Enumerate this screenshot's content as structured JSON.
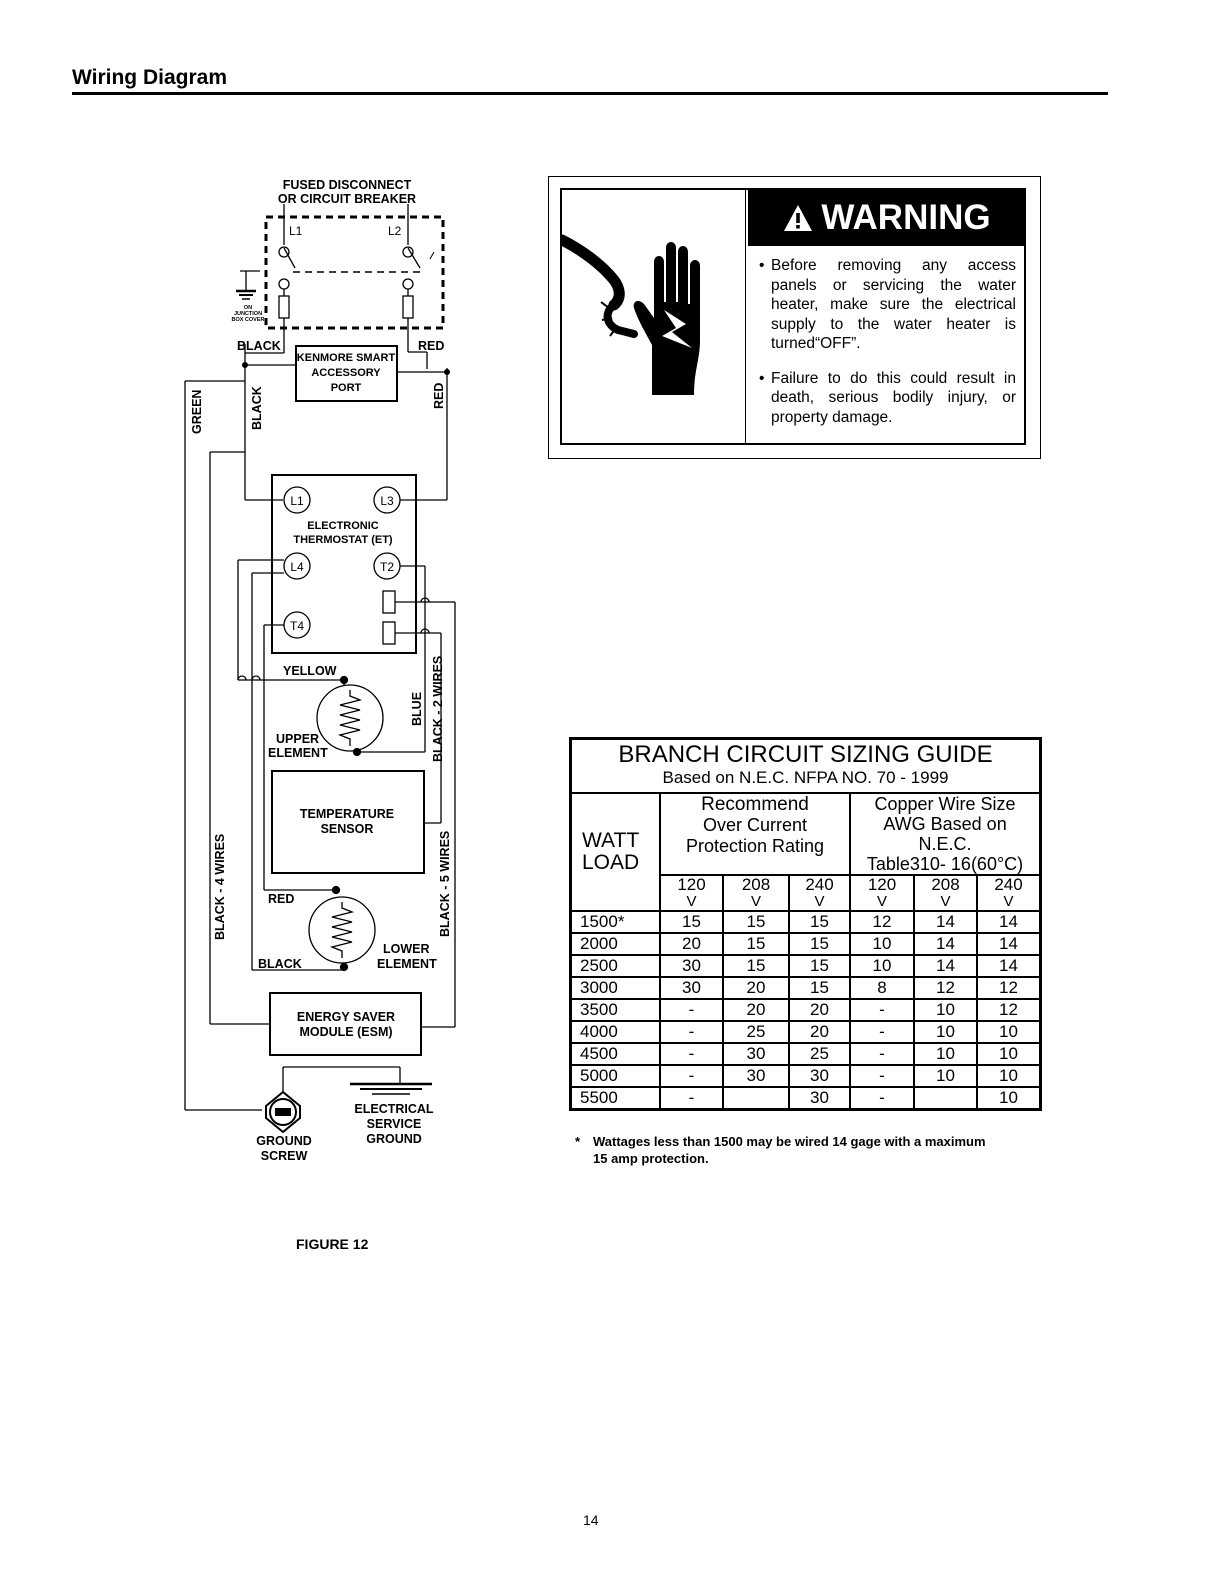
{
  "page": {
    "title": "Wiring Diagram",
    "figure_label": "FIGURE 12",
    "page_number": "14"
  },
  "diagram": {
    "fused_disconnect": [
      "FUSED DISCONNECT",
      "OR CIRCUIT BREAKER"
    ],
    "l1": "L1",
    "l2": "L2",
    "junction": [
      "ON",
      "JUNCTION",
      "BOX COVER"
    ],
    "black_top": "BLACK",
    "red_top": "RED",
    "kenmore": [
      "KENMORE SMART",
      "ACCESSORY",
      "PORT"
    ],
    "green": "GREEN",
    "black_v": "BLACK",
    "red_v": "RED",
    "terminals": {
      "l1": "L1",
      "l3": "L3",
      "l4": "L4",
      "t2": "T2",
      "t4": "T4"
    },
    "thermostat": [
      "ELECTRONIC",
      "THERMOSTAT (ET)"
    ],
    "yellow": "YELLOW",
    "upper_element": [
      "UPPER",
      "ELEMENT"
    ],
    "blue": "BLUE",
    "black_2_wires": "BLACK - 2 WIRES",
    "temp_sensor": [
      "TEMPERATURE",
      "SENSOR"
    ],
    "black_4_wires": "BLACK - 4 WIRES",
    "black_5_wires": "BLACK - 5 WIRES",
    "red_lower": "RED",
    "black_lower": "BLACK",
    "lower_element": [
      "LOWER",
      "ELEMENT"
    ],
    "esm": [
      "ENERGY SAVER",
      "MODULE (ESM)"
    ],
    "ground_screw": [
      "GROUND",
      "SCREW"
    ],
    "service_ground": [
      "ELECTRICAL",
      "SERVICE",
      "GROUND"
    ]
  },
  "warning": {
    "banner": "WARNING",
    "bullets": [
      "Before removing any access panels or servicing the water heater, make sure the electrical supply to the water heater is turned“OFF”.",
      "Failure to do this could result in death, serious bodily injury, or property damage."
    ]
  },
  "branch_table": {
    "title": "BRANCH CIRCUIT SIZING GUIDE",
    "subtitle": "Based on N.E.C. NFPA NO. 70 - 1999",
    "watt_header": [
      "WATT",
      "LOAD"
    ],
    "protection_header": [
      "Recommend",
      "Over Current",
      "Protection Rating"
    ],
    "wire_header": [
      "Copper Wire Size",
      "AWG Based on",
      "N.E.C.",
      "Table310- 16(60°C)"
    ],
    "volts": [
      "120",
      "208",
      "240",
      "120",
      "208",
      "240"
    ],
    "volt_unit": "V",
    "rows": [
      [
        "1500*",
        "15",
        "15",
        "15",
        "12",
        "14",
        "14"
      ],
      [
        "2000",
        "20",
        "15",
        "15",
        "10",
        "14",
        "14"
      ],
      [
        "2500",
        "30",
        "15",
        "15",
        "10",
        "14",
        "14"
      ],
      [
        "3000",
        "30",
        "20",
        "15",
        "8",
        "12",
        "12"
      ],
      [
        "3500",
        "-",
        "20",
        "20",
        "-",
        "10",
        "12"
      ],
      [
        "4000",
        "-",
        "25",
        "20",
        "-",
        "10",
        "10"
      ],
      [
        "4500",
        "-",
        "30",
        "25",
        "-",
        "10",
        "10"
      ],
      [
        "5000",
        "-",
        "30",
        "30",
        "-",
        "10",
        "10"
      ],
      [
        "5500",
        "-",
        "",
        "30",
        "-",
        "",
        "10"
      ]
    ],
    "footnote_star": "*",
    "footnote": [
      "Wattages less than 1500 may be wired 14 gage with a maximum",
      "15 amp protection."
    ]
  }
}
